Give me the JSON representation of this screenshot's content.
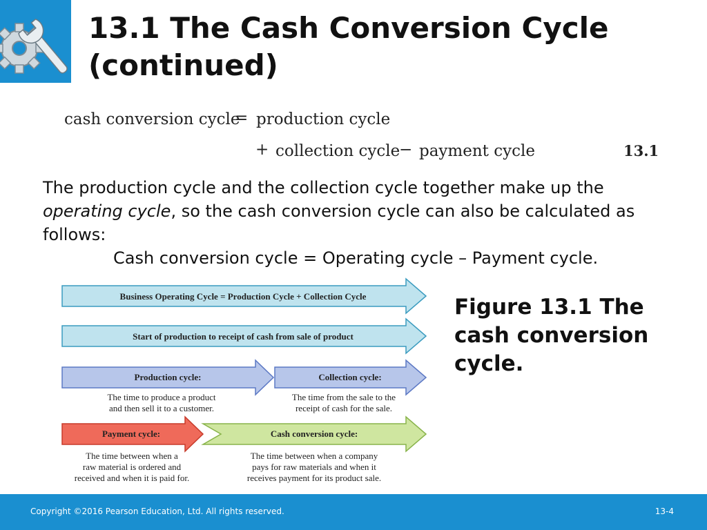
{
  "slide": {
    "title": "13.1  The Cash Conversion Cycle (continued)"
  },
  "equation": {
    "lhs": "cash conversion cycle",
    "eq_sign": "=",
    "term1": "production cycle",
    "plus": "+",
    "term2": "collection cycle",
    "minus": "−",
    "term3": "payment cycle",
    "number": "13.1"
  },
  "body": {
    "part1": "The production cycle and the collection cycle together make up the ",
    "emphasis": "operating cycle",
    "part2": ", so the cash conversion cycle can also be calculated as follows:",
    "formula": "Cash conversion cycle = Operating cycle – Payment cycle."
  },
  "figure": {
    "caption": "Figure 13.1 The cash conversion cycle.",
    "arrow1": "Business Operating Cycle = Production Cycle + Collection Cycle",
    "arrow2": "Start of production to receipt of cash from sale of product",
    "production_label": "Production cycle:",
    "production_desc1": "The time to produce a product",
    "production_desc2": "and then sell it to a customer.",
    "collection_label": "Collection cycle:",
    "collection_desc1": "The time from the sale to the",
    "collection_desc2": "receipt of cash for the sale.",
    "payment_label": "Payment cycle:",
    "payment_desc1": "The time between when a",
    "payment_desc2": "raw material is ordered and",
    "payment_desc3": "received and when it is paid for.",
    "ccc_label": "Cash conversion cycle:",
    "ccc_desc1": "The time between when a company",
    "ccc_desc2": "pays for raw materials and when it",
    "ccc_desc3": "receives payment for its product sale.",
    "colors": {
      "blue_light": "#bfe3ee",
      "blue_stroke": "#3a9bbf",
      "periwinkle": "#b7c6ea",
      "periwinkle_stroke": "#5c78c4",
      "red": "#ef6a5a",
      "red_stroke": "#c73a2a",
      "green": "#cfe6a0",
      "green_stroke": "#88b34a"
    }
  },
  "footer": {
    "copyright": "Copyright ©2016 Pearson Education, Ltd. All rights reserved.",
    "page": "13-4"
  },
  "icons": {
    "logo": "wrench-gear-icon"
  }
}
